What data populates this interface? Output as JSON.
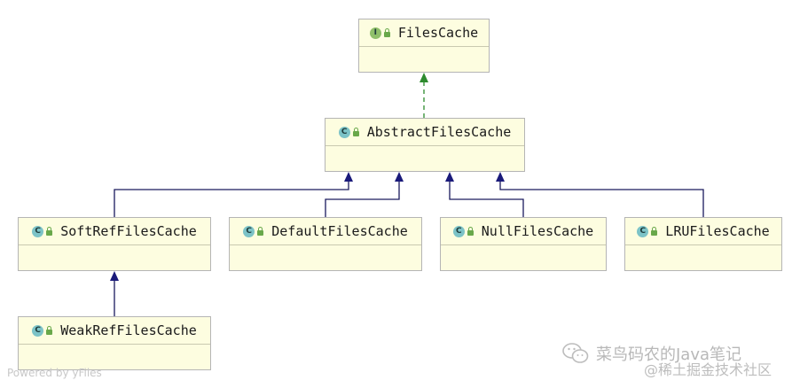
{
  "diagram": {
    "nodes": [
      {
        "id": "FilesCache",
        "label": "FilesCache",
        "kind": "interface"
      },
      {
        "id": "AbstractFilesCache",
        "label": "AbstractFilesCache",
        "kind": "class"
      },
      {
        "id": "SoftRefFilesCache",
        "label": "SoftRefFilesCache",
        "kind": "class"
      },
      {
        "id": "DefaultFilesCache",
        "label": "DefaultFilesCache",
        "kind": "class"
      },
      {
        "id": "NullFilesCache",
        "label": "NullFilesCache",
        "kind": "class"
      },
      {
        "id": "LRUFilesCache",
        "label": "LRUFilesCache",
        "kind": "class"
      },
      {
        "id": "WeakRefFilesCache",
        "label": "WeakRefFilesCache",
        "kind": "class"
      }
    ],
    "edges": [
      {
        "from": "AbstractFilesCache",
        "to": "FilesCache",
        "type": "implements",
        "color": "#2e8b2e"
      },
      {
        "from": "SoftRefFilesCache",
        "to": "AbstractFilesCache",
        "type": "extends",
        "color": "#1a1a7a"
      },
      {
        "from": "DefaultFilesCache",
        "to": "AbstractFilesCache",
        "type": "extends",
        "color": "#1a1a7a"
      },
      {
        "from": "NullFilesCache",
        "to": "AbstractFilesCache",
        "type": "extends",
        "color": "#1a1a7a"
      },
      {
        "from": "LRUFilesCache",
        "to": "AbstractFilesCache",
        "type": "extends",
        "color": "#1a1a7a"
      },
      {
        "from": "WeakRefFilesCache",
        "to": "SoftRefFilesCache",
        "type": "extends",
        "color": "#1a1a7a"
      }
    ]
  },
  "badges": {
    "interface": "I",
    "class": "C"
  },
  "watermarks": {
    "powered": "Powered by yFiles",
    "wechat": "菜鸟码农的Java笔记",
    "juejin": "@稀土掘金技术社区"
  }
}
